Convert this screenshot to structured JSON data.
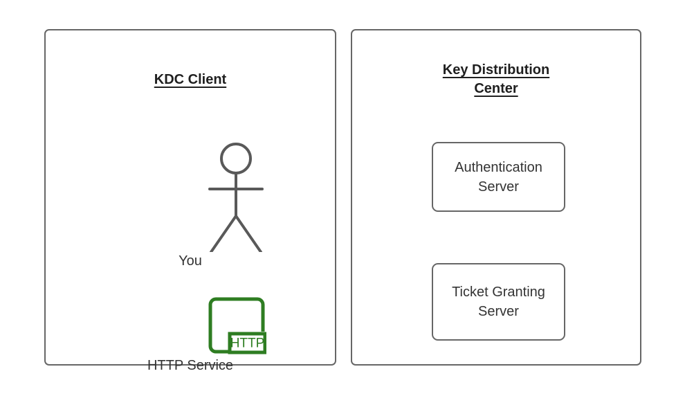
{
  "diagram": {
    "type": "architecture-diagram",
    "background_color": "#ffffff",
    "panels": [
      {
        "id": "kdc-client",
        "title": "KDC Client",
        "title_style": "bold-underline",
        "border_color": "#666666",
        "nodes": [
          {
            "id": "you-actor",
            "kind": "actor-stick-figure",
            "label": "You",
            "color": "#595959"
          },
          {
            "id": "http-service",
            "kind": "service-icon",
            "label": "HTTP Service",
            "badge_text": "HTTP",
            "color": "#2E7D22"
          }
        ]
      },
      {
        "id": "key-distribution-center",
        "title_line1": "Key Distribution",
        "title_line2": "Center",
        "title_style": "bold-underline",
        "border_color": "#666666",
        "nodes": [
          {
            "id": "authentication-server",
            "kind": "box",
            "label_line1": "Authentication",
            "label_line2": "Server"
          },
          {
            "id": "ticket-granting-server",
            "kind": "box",
            "label_line1": "Ticket Granting",
            "label_line2": "Server"
          }
        ]
      }
    ]
  },
  "colors": {
    "stroke_gray": "#666666",
    "figure_gray": "#595959",
    "text_dark": "#333333",
    "title_dark": "#1f1f1f",
    "service_green": "#2E7D22"
  }
}
